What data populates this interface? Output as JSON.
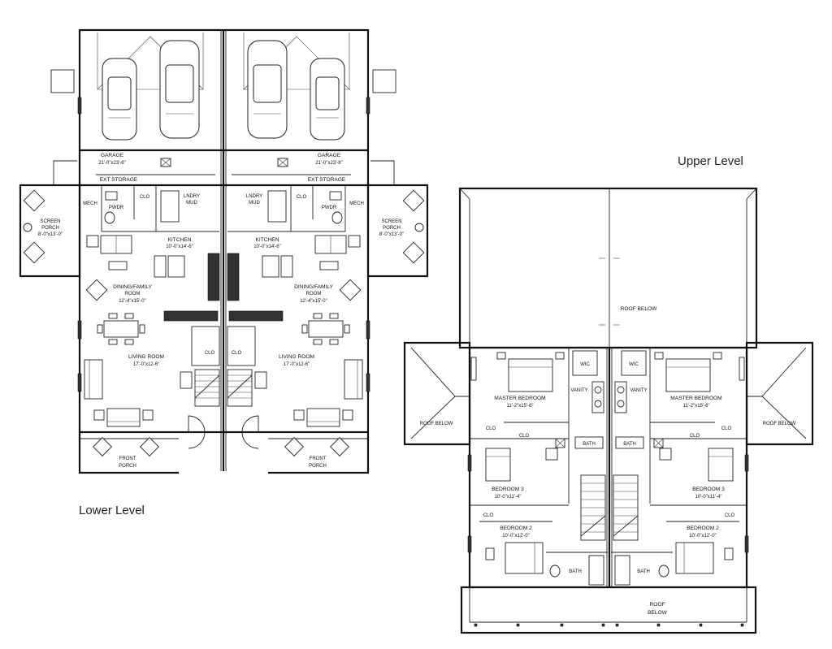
{
  "titles": {
    "lower": "Lower Level",
    "upper": "Upper Level"
  },
  "lower": {
    "garage": {
      "name": "GARAGE",
      "dim": "21'-0\"x23'-8\""
    },
    "ext_storage": "EXT STORAGE",
    "mech": "MECH",
    "pwdr": "PWDR",
    "clo": "CLO",
    "laundry": {
      "name": "LNDRY",
      "sub": "MUD"
    },
    "screen_porch": {
      "name": "SCREEN",
      "sub": "PORCH",
      "dim": "8'-0\"x13'-0\""
    },
    "kitchen": {
      "name": "KITCHEN",
      "dim": "10'-0\"x14'-6\""
    },
    "dining": {
      "name": "DINING/FAMILY",
      "sub": "ROOM",
      "dim": "12'-4\"x15'-0\""
    },
    "living": {
      "name": "LIVING ROOM",
      "dim": "17'-0\"x12-6\""
    },
    "front_porch": {
      "name": "FRONT",
      "sub": "PORCH"
    },
    "coat": "CLO"
  },
  "upper": {
    "roof_below": "ROOF BELOW",
    "roof_below_bottom": {
      "line1": "ROOF",
      "line2": "BELOW"
    },
    "master_bedroom": {
      "name": "MASTER BEDROOM",
      "dim": "11'-2\"x15'-6\""
    },
    "wic": "WIC",
    "vanity": "VANITY",
    "bath": "BATH",
    "clo": "CLO",
    "bedroom3": {
      "name": "BEDROOM 3",
      "dim": "10'-0\"x11'-4\""
    },
    "bedroom2": {
      "name": "BEDROOM 2",
      "dim": "10'-0\"x12'-0\""
    }
  }
}
